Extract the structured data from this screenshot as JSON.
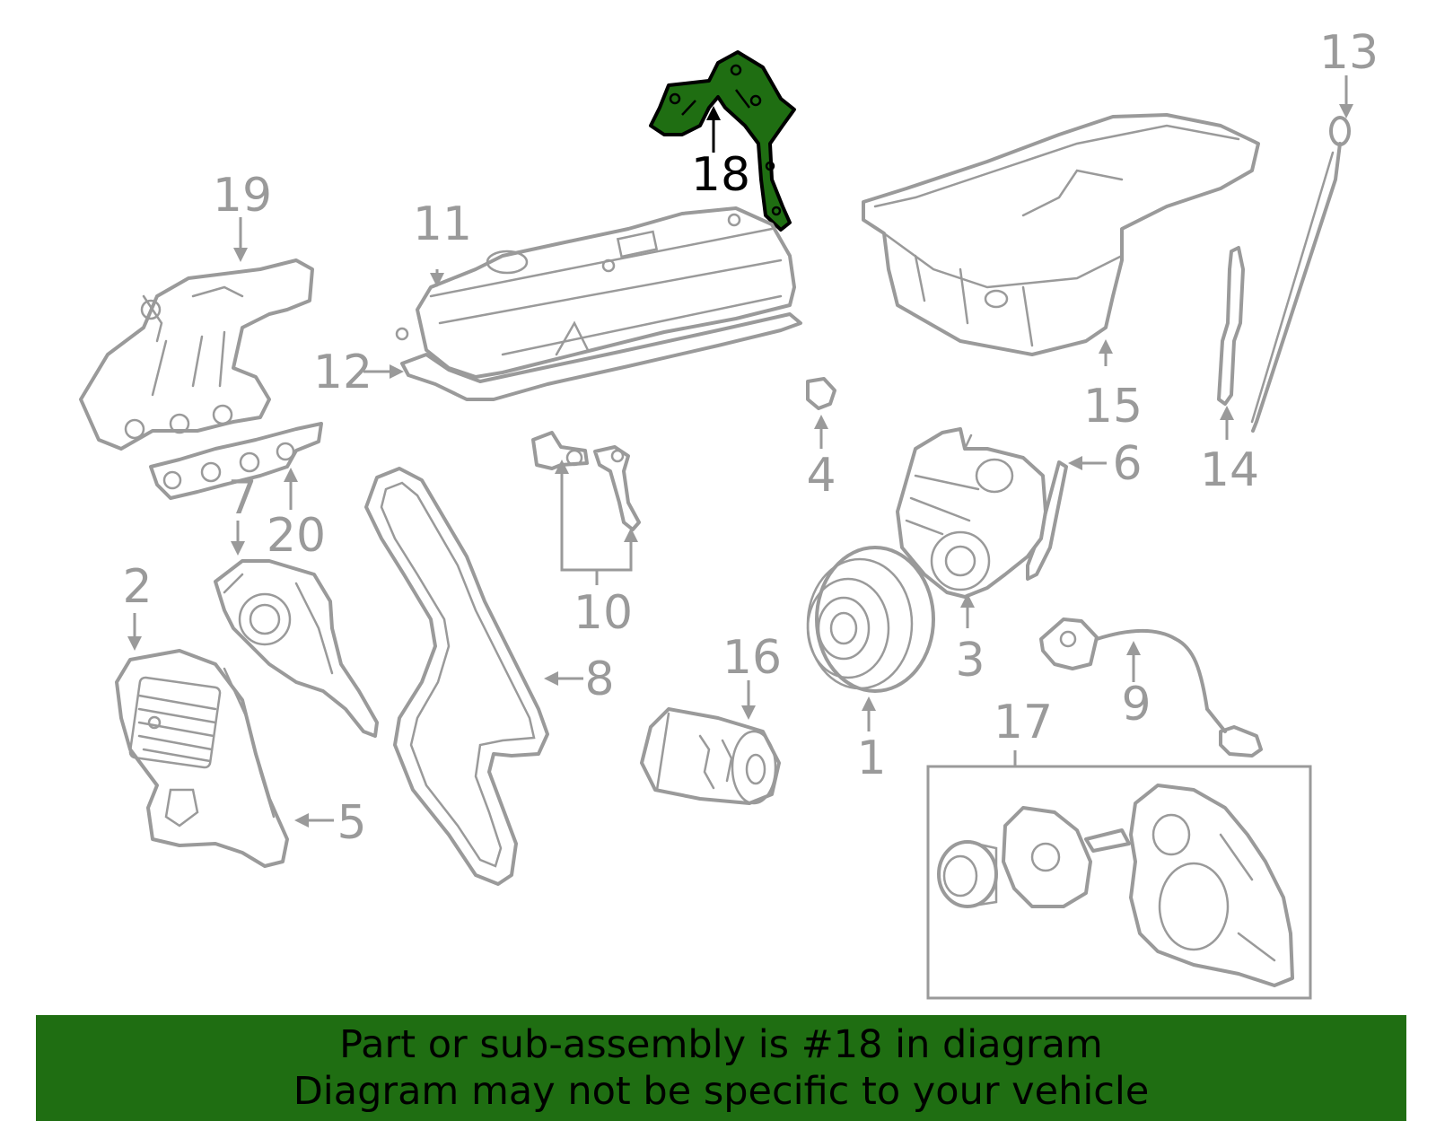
{
  "callouts": {
    "c1": "1",
    "c2": "2",
    "c3": "3",
    "c4": "4",
    "c5": "5",
    "c6": "6",
    "c7": "7",
    "c8": "8",
    "c9": "9",
    "c10": "10",
    "c11": "11",
    "c12": "12",
    "c13": "13",
    "c14": "14",
    "c15": "15",
    "c16": "16",
    "c17": "17",
    "c18": "18",
    "c19": "19",
    "c20": "20"
  },
  "highlight": {
    "part": "18",
    "color": "#1f6e12"
  },
  "banner": {
    "line1": "Part or sub-assembly is #18 in diagram",
    "line2": "Diagram may not be specific to your vehicle",
    "color": "#1f6e12"
  }
}
